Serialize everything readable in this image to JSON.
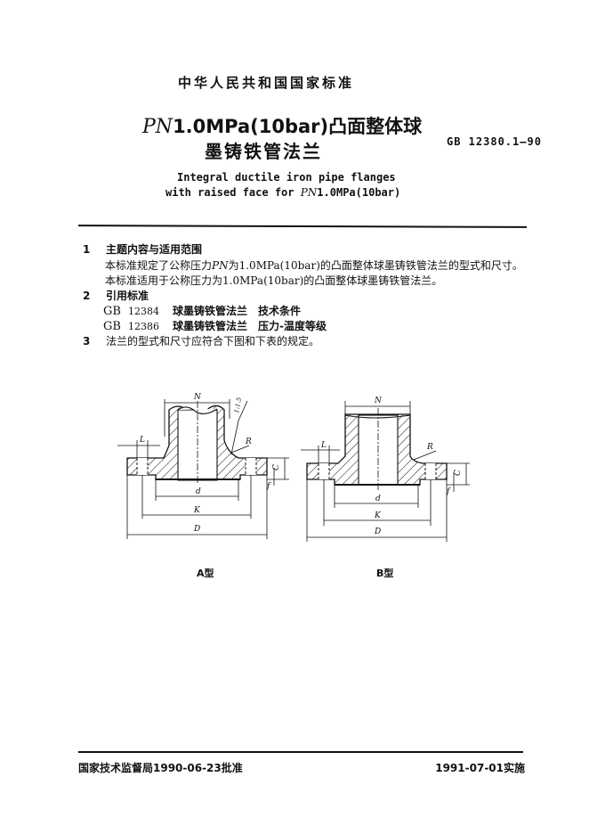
{
  "header": {
    "country_standard": "中华人民共和国国家标准",
    "title_cn_line1_italic": "PN",
    "title_cn_line1_rest": "1.0MPa(10bar)凸面整体球",
    "title_cn_line2": "墨铸铁管法兰",
    "standard_number": "GB 12380.1—90",
    "title_en_line1": "Integral ductile iron pipe flanges",
    "title_en_line2_prefix": "with raised face for ",
    "title_en_line2_italic": "PN",
    "title_en_line2_suffix": "1.0MPa(10bar)"
  },
  "sections": [
    {
      "number": "1",
      "heading": "主题内容与适用范围",
      "paragraphs": [
        {
          "pre": "本标准规定了公称压力",
          "italic": "PN",
          "mid": "为",
          "serif": "1.0MPa(10bar)",
          "post": "的凸面整体球墨铸铁管法兰的型式和尺寸。"
        },
        {
          "pre": "本标准适用于公称压力为",
          "serif": "1.0MPa(10bar)",
          "post": "的凸面整体球墨铸铁管法兰。"
        }
      ]
    },
    {
      "number": "2",
      "heading": "引用标准",
      "references": [
        {
          "code": "GB",
          "number": "12384",
          "name": "球墨铸铁管法兰",
          "desc": "技术条件"
        },
        {
          "code": "GB",
          "number": "12386",
          "name": "球墨铸铁管法兰",
          "desc": "压力-温度等级"
        }
      ]
    },
    {
      "number": "3",
      "heading": "法兰的型式和尺寸应符合下图和下表的规定。"
    }
  ],
  "figures": {
    "dimension_labels": {
      "N": "N",
      "L": "L",
      "R": "R",
      "d": "d",
      "K": "K",
      "D": "D",
      "C": "C",
      "f": "f",
      "taper": "1:1.5"
    },
    "type_a_caption": "A型",
    "type_b_caption": "B型"
  },
  "footer": {
    "approved": "国家技术监督局1990-06-23批准",
    "effective": "1991-07-01实施"
  }
}
